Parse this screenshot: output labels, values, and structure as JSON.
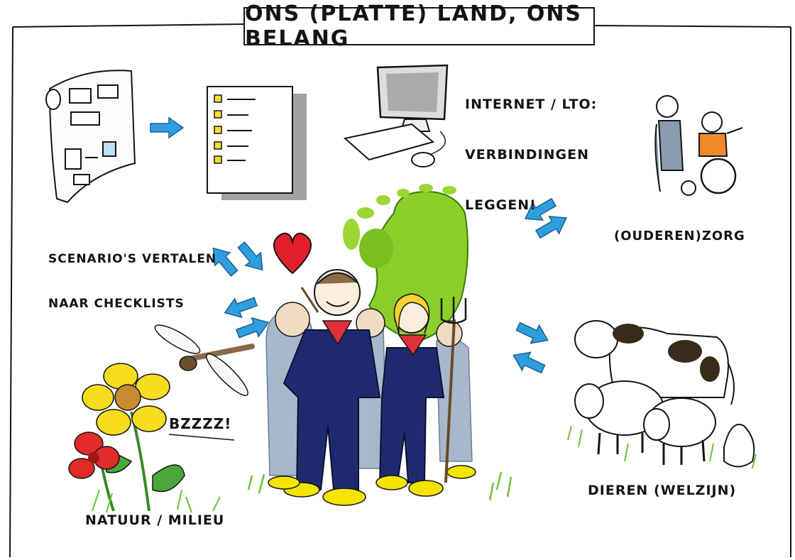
{
  "title": "ONS (PLATTE) LAND, ONS BELANG",
  "labels": {
    "internet_line1": "INTERNET / LTO:",
    "internet_line2": "VERBINDINGEN",
    "internet_line3": "LEGGEN!",
    "scenarios_line1": "SCENARIO'S VERTALEN",
    "scenarios_line2": "NAAR CHECKLISTS",
    "care": "(OUDEREN)ZORG",
    "animals": "DIEREN (WELZIJN)",
    "nature": "NATUUR / MILIEU",
    "buzz": "BZZZZ!"
  },
  "colors": {
    "arrow": "#2f9ee0",
    "overall": "#1f2a6e",
    "map_green": "#8ccf2a",
    "heart": "#e11f2a",
    "clog": "#f5e400",
    "scarf": "#e0303a",
    "cow_spot": "#3a2a1a",
    "flower_yellow": "#f7dd20",
    "flower_red": "#e22a2a",
    "grass": "#6cc23a"
  }
}
